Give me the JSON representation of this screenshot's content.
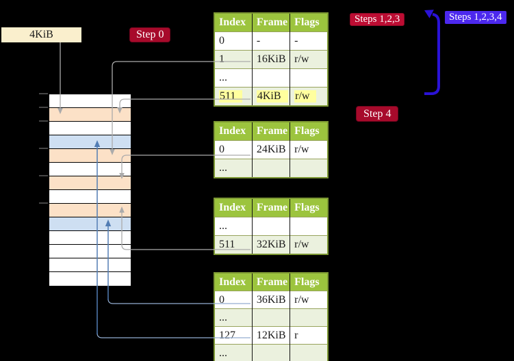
{
  "page_box": {
    "label": "4KiB"
  },
  "badges": {
    "step0": "Step 0",
    "steps123": "Steps 1,2,3",
    "steps1234": "Steps 1,2,3,4",
    "step4": "Step 4"
  },
  "table_headers": [
    "Index",
    "Frame",
    "Flags"
  ],
  "tables": [
    {
      "rows": [
        {
          "cells": [
            "0",
            "-",
            "-"
          ]
        },
        {
          "cells": [
            "1",
            "16KiB",
            "r/w"
          ]
        },
        {
          "cells": [
            "...",
            "",
            ""
          ]
        },
        {
          "cells": [
            "511",
            "4KiB",
            "r/w"
          ],
          "highlight": true
        }
      ]
    },
    {
      "rows": [
        {
          "cells": [
            "0",
            "24KiB",
            "r/w"
          ]
        },
        {
          "cells": [
            "...",
            "",
            ""
          ]
        }
      ]
    },
    {
      "rows": [
        {
          "cells": [
            "...",
            "",
            ""
          ]
        },
        {
          "cells": [
            "511",
            "32KiB",
            "r/w"
          ]
        }
      ]
    },
    {
      "rows": [
        {
          "cells": [
            "0",
            "36KiB",
            "r/w"
          ]
        },
        {
          "cells": [
            "...",
            "",
            ""
          ]
        },
        {
          "cells": [
            "127",
            "12KiB",
            "r"
          ]
        },
        {
          "cells": [
            "...",
            "",
            ""
          ]
        }
      ]
    }
  ],
  "memory": {
    "rows": [
      "white",
      "orange",
      "white",
      "blue",
      "orange",
      "white",
      "orange",
      "white",
      "orange",
      "blue",
      "white",
      "white",
      "white",
      "white"
    ]
  },
  "colors": {
    "table_header": "#9CC43E",
    "table_row_green": "#EBF1DE",
    "table_border": "#7C9733",
    "memory_orange": "#FCE1C7",
    "memory_blue": "#CEDFF2",
    "memory_white": "#FFFFFF",
    "page_cream": "#FAEFCD",
    "badge_crimson": "#A70A2B",
    "badge_crimson_bright": "#BD0D33",
    "badge_blue": "#4C28EE",
    "arrow_blue": "#2A12D6",
    "connector_gray": "#ABABAB",
    "connector_blue": "#527DB4",
    "connector_blue_light": "#93ADD1",
    "tick_gray": "#8C8C8C",
    "highlight_yellow": "#FFFF9E"
  }
}
